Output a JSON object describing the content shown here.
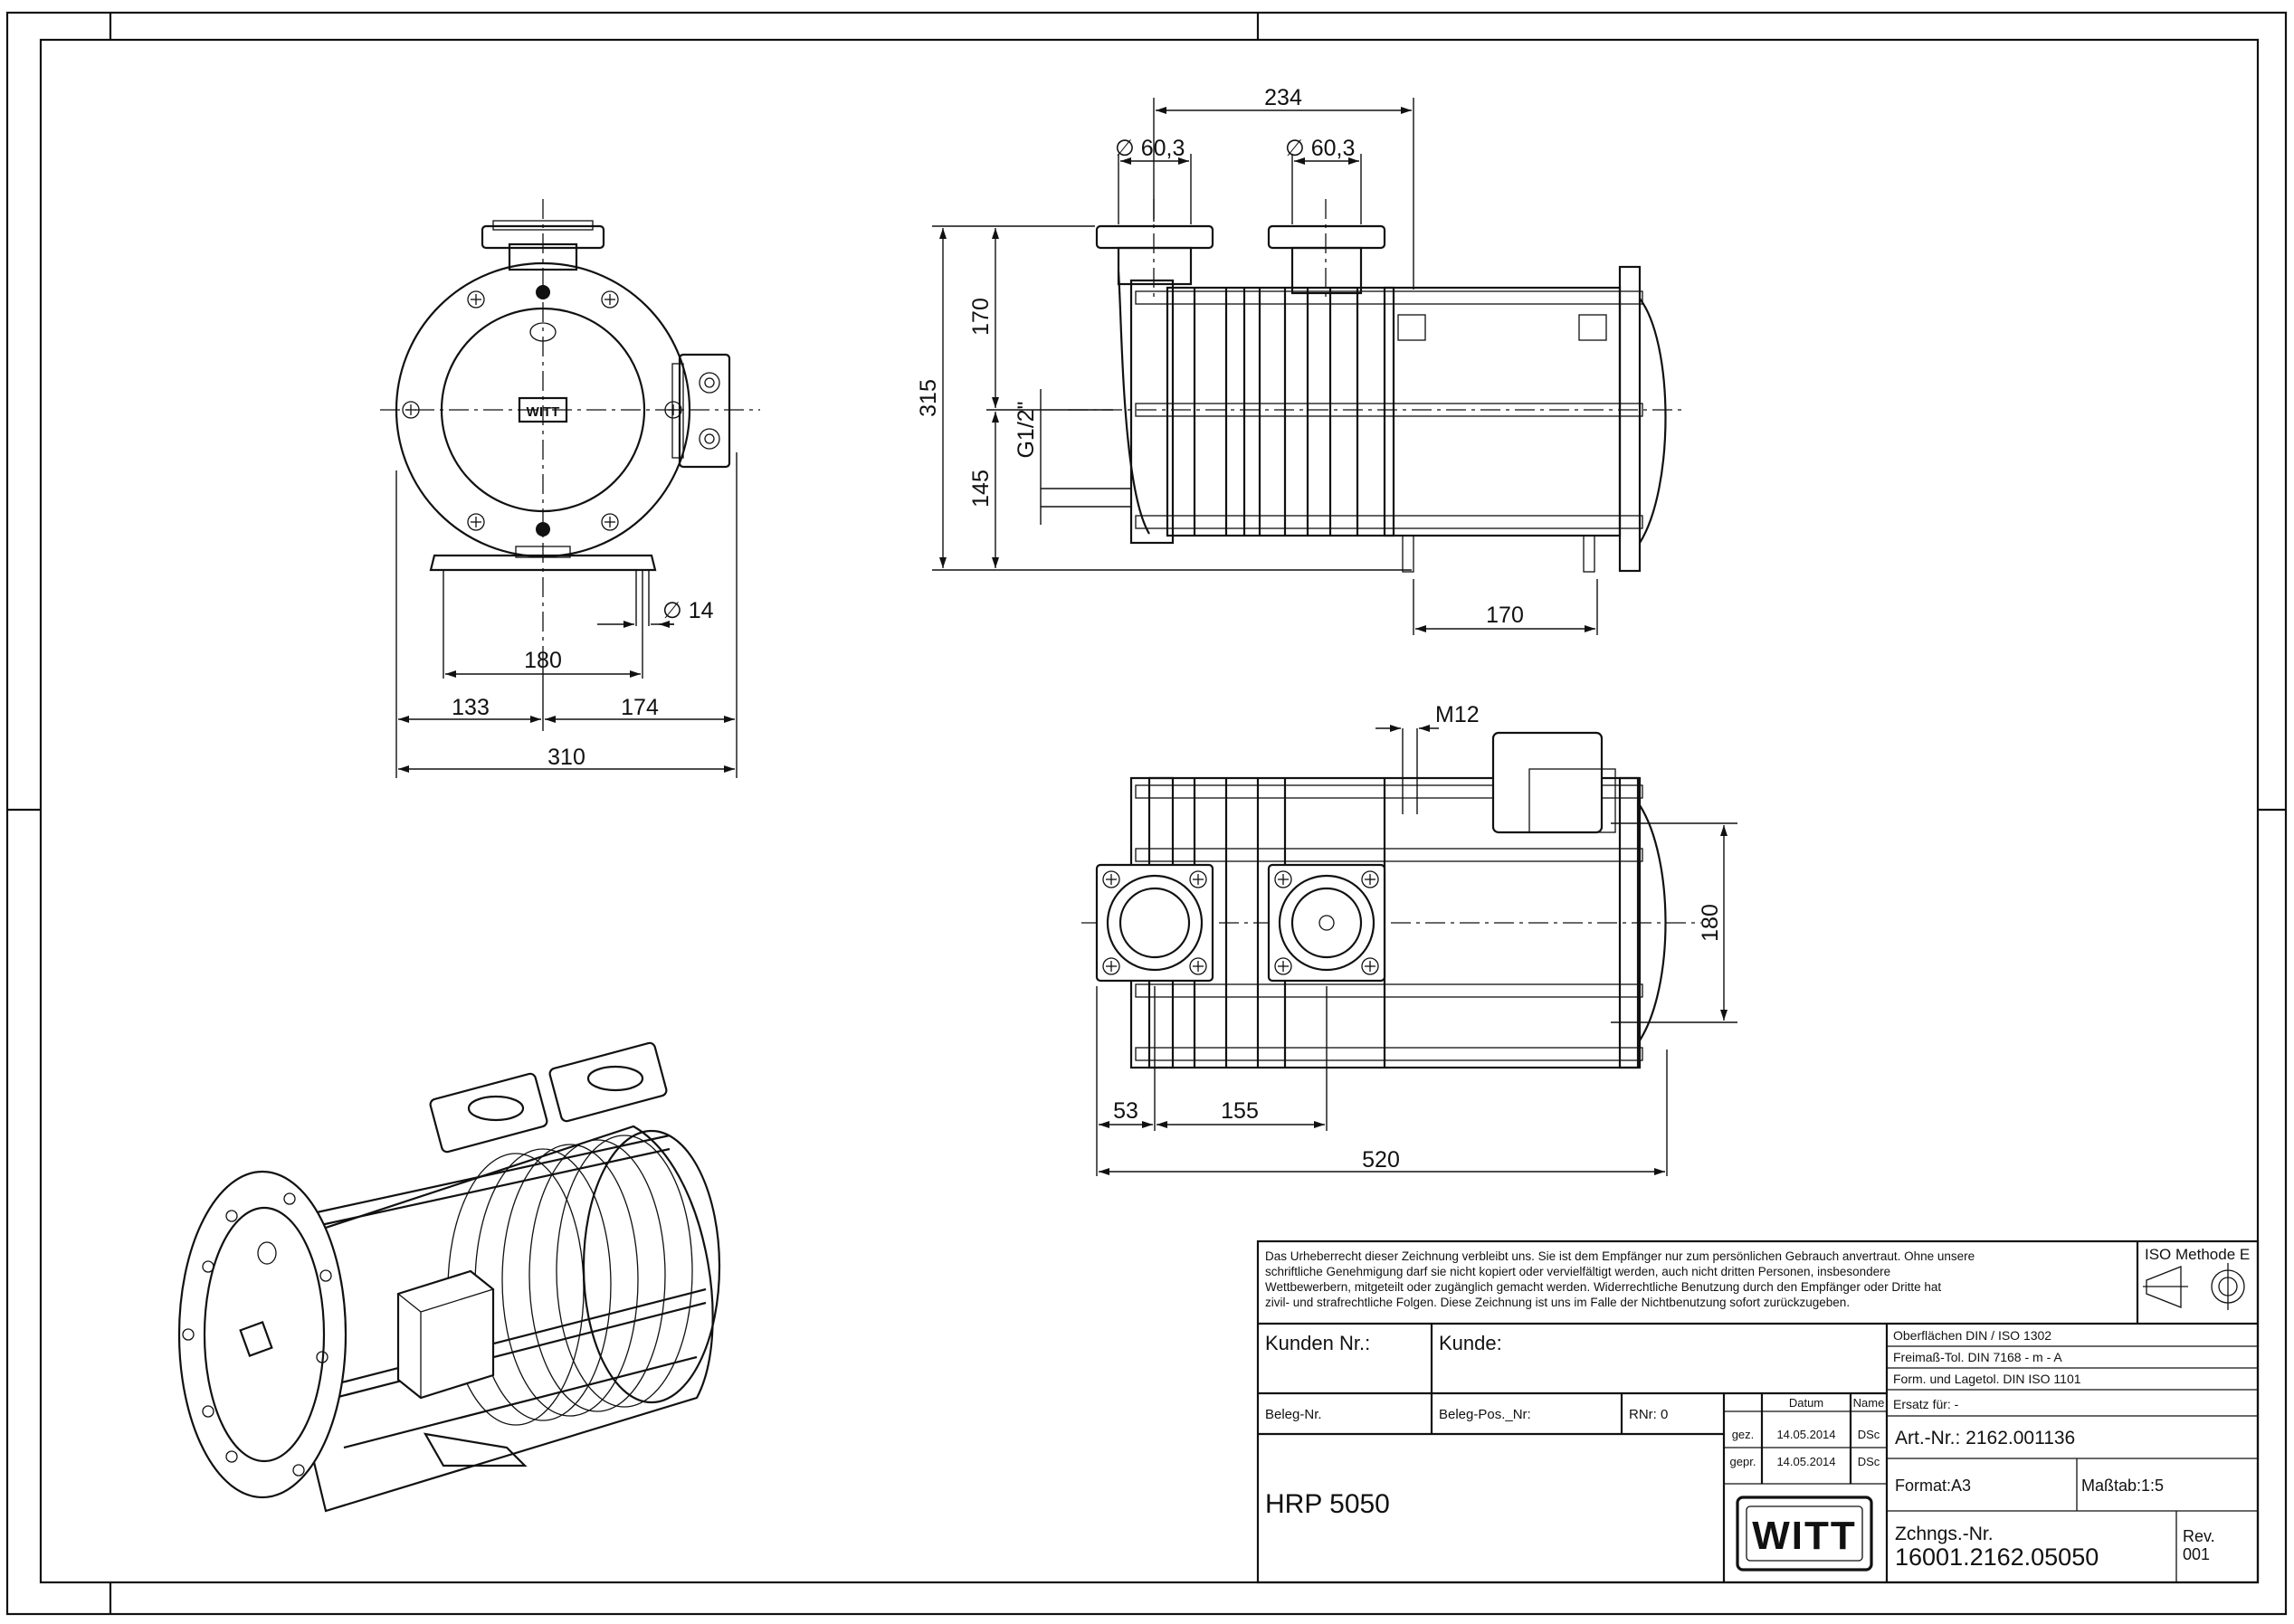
{
  "dimensions": {
    "front": {
      "width_total": "310",
      "left_offset": "133",
      "right_offset": "174",
      "foot_spacing": "180",
      "foot_hole": "∅ 14"
    },
    "side": {
      "flange_spacing": "234",
      "flange_dia_1": "∅ 60,3",
      "flange_dia_2": "∅ 60,3",
      "height_total": "315",
      "height_upper": "170",
      "height_lower": "145",
      "drain_thread": "G1/2\"",
      "foot_spacing": "170"
    },
    "top": {
      "bolt": "M12",
      "width": "180",
      "offset_1": "53",
      "offset_2": "155",
      "length_total": "520"
    }
  },
  "title_block": {
    "copyright": [
      "Das Urheberrecht dieser Zeichnung verbleibt uns. Sie ist dem Empfänger nur zum persönlichen Gebrauch anvertraut. Ohne unsere",
      "schriftliche Genehmigung darf sie nicht kopiert oder vervielfältigt werden, auch nicht dritten Personen, insbesondere",
      "Wettbewerbern, mitgeteilt oder zugänglich gemacht werden. Widerrechtliche Benutzung durch den Empfänger oder Dritte hat",
      "zivil- und strafrechtliche Folgen. Diese Zeichnung ist uns im Falle der Nichtbenutzung sofort zurückzugeben."
    ],
    "iso_method": "ISO Methode E",
    "customer_no_label": "Kunden Nr.:",
    "customer_label": "Kunde:",
    "surfaces": "Oberflächen DIN / ISO 1302",
    "free_tolerance": "Freimaß-Tol. DIN 7168 - m - A",
    "form_tolerance": "Form. und Lagetol. DIN ISO 1101",
    "voucher_no": "Beleg-Nr.",
    "voucher_pos": "Beleg-Pos._Nr:",
    "rnr": "RNr: 0",
    "date_header": "Datum",
    "name_header": "Name",
    "drawn_label": "gez.",
    "drawn_date": "14.05.2014",
    "drawn_name": "DSc",
    "checked_label": "gepr.",
    "checked_date": "14.05.2014",
    "checked_name": "DSc",
    "replacement": "Ersatz für: -",
    "article_no": "Art.-Nr.: 2162.001136",
    "product": "HRP 5050",
    "format": "Format:A3",
    "scale": "Maßtab:1:5",
    "drawing_no_label": "Zchngs.-Nr.",
    "drawing_no": "16001.2162.05050",
    "rev_label": "Rev.",
    "rev": "001",
    "logo": "WITT"
  },
  "colors": {
    "line": "#111111",
    "paper": "#ffffff"
  }
}
